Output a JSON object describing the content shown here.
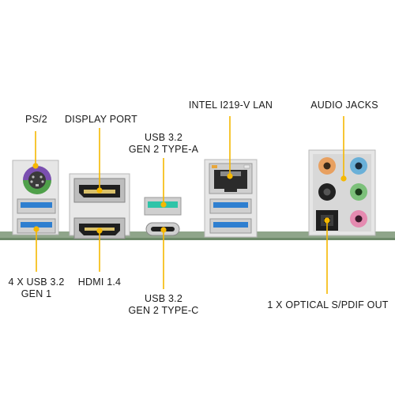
{
  "labels": {
    "ps2": "PS/2",
    "display_port": "DISPLAY PORT",
    "usb_a_line1": "USB 3.2",
    "usb_a_line2": "GEN 2 TYPE-A",
    "lan": "INTEL I219-V LAN",
    "audio": "AUDIO JACKS",
    "usb4_line1": "4 X USB 3.2",
    "usb4_line2": "GEN 1",
    "hdmi": "HDMI 1.4",
    "usb_c_line1": "USB 3.2",
    "usb_c_line2": "GEN 2 TYPE-C",
    "optical": "1 X OPTICAL S/PDIF OUT"
  },
  "colors": {
    "callout": "#f5b800",
    "usb3_blue": "#2f7fd0",
    "usb_gen2_teal": "#2fc4a8",
    "ps2_purple": "#7a4fb0",
    "ps2_green": "#4fa04a",
    "board_green": "#8fa58a",
    "audio_orange": "#e8a060",
    "audio_blue": "#6ab0d8",
    "audio_black": "#222222",
    "audio_green": "#7cc07a",
    "audio_pink": "#e58ab0"
  },
  "icons": [
    "ps2-port-icon",
    "usb-a-port-icon",
    "displayport-icon",
    "hdmi-icon",
    "usb-c-icon",
    "rj45-lan-icon",
    "audio-jack-icon",
    "optical-spdif-icon"
  ]
}
